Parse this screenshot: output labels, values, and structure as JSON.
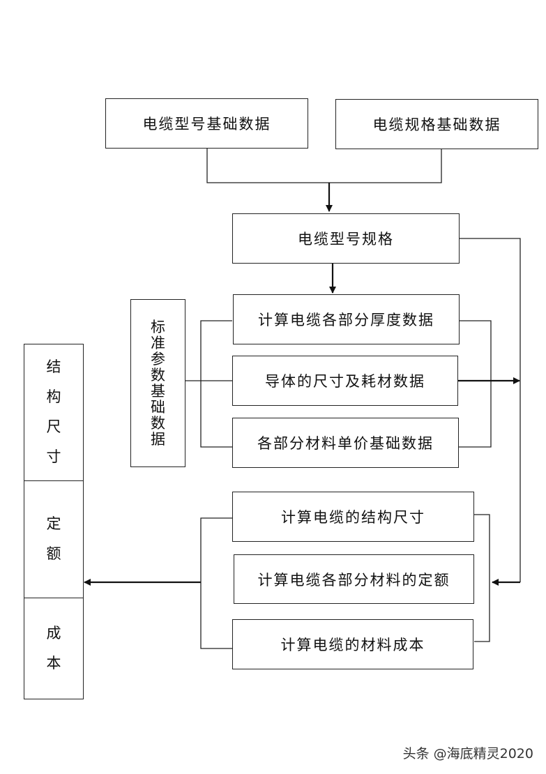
{
  "boxes": {
    "model_basic_data": "电缆型号基础数据",
    "spec_basic_data": "电缆规格基础数据",
    "model_spec": "电缆型号规格",
    "calc_thickness": "计算电缆各部分厚度数据",
    "conductor_size": "导体的尺寸及耗材数据",
    "unit_price": "各部分材料单价基础数据",
    "calc_structure": "计算电缆的结构尺寸",
    "calc_quota": "计算电缆各部分材料的定额",
    "calc_cost": "计算电缆的材料成本"
  },
  "standard_params": [
    "标",
    "准",
    "参",
    "数",
    "基",
    "础",
    "数",
    "据"
  ],
  "output": {
    "structure": [
      "结",
      "构",
      "尺",
      "寸"
    ],
    "quota": [
      "定",
      "额"
    ],
    "cost": [
      "成",
      "本"
    ]
  },
  "watermark": "头条 @海底精灵2020"
}
